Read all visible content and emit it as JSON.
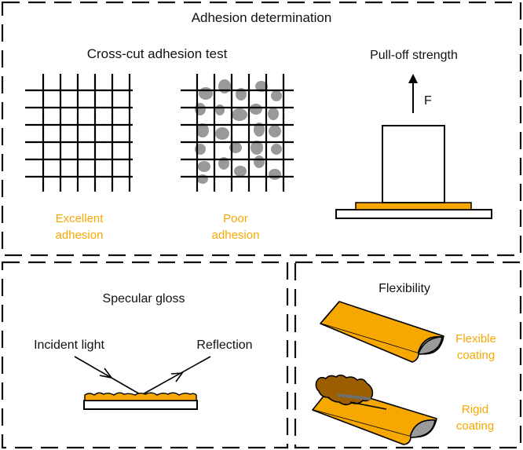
{
  "colors": {
    "accent": "#F7A800",
    "dark_coating": "#9C5F00",
    "spot_gray": "#999999",
    "line": "#000000"
  },
  "top_panel": {
    "title": "Adhesion determination",
    "crosscut": {
      "title": "Cross-cut adhesion test",
      "excellent_line1": "Excellent",
      "excellent_line2": "adhesion",
      "poor_line1": "Poor",
      "poor_line2": "adhesion"
    },
    "pulloff": {
      "title": "Pull-off strength",
      "force_label": "F"
    }
  },
  "gloss_panel": {
    "title": "Specular gloss",
    "incident_label": "Incident light",
    "reflection_label": "Reflection"
  },
  "flex_panel": {
    "title": "Flexibility",
    "flexible_line1": "Flexible",
    "flexible_line2": "coating",
    "rigid_line1": "Rigid",
    "rigid_line2": "coating"
  },
  "icons": [
    "crosscut-grid-icon",
    "pulloff-dolly-icon",
    "gloss-sample-icon",
    "bent-panel-icon",
    "cracked-panel-icon"
  ]
}
